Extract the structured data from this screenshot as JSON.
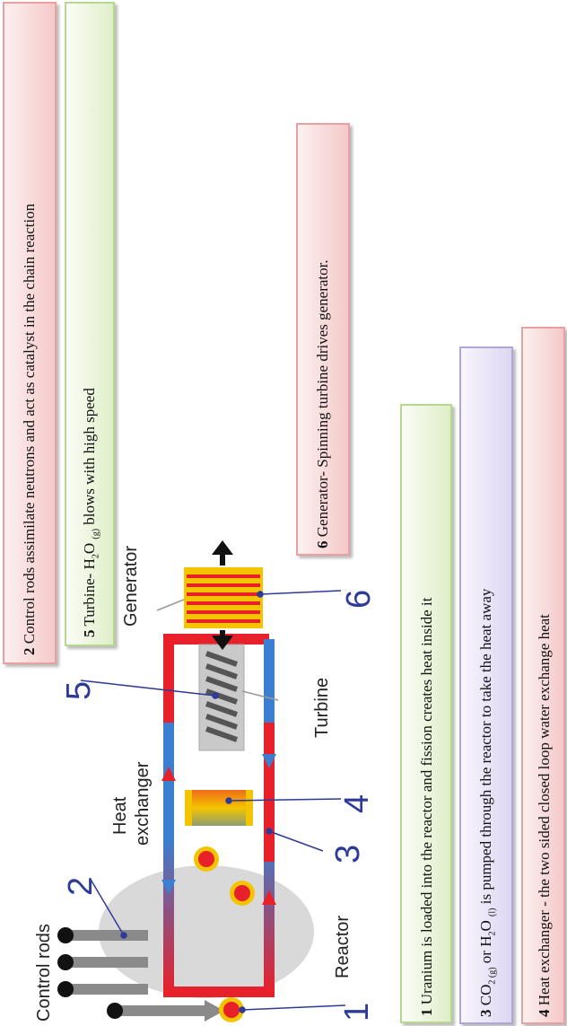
{
  "captions": {
    "c2": {
      "num": "2",
      "text": "Control rods assimilate neutrons and act as catalyst in the chain reaction"
    },
    "c5": {
      "num": "5",
      "pre": "Turbine- H",
      "sub1": "2",
      "mid": "O ",
      "sub2": "(g)",
      "post": " blows with high speed"
    },
    "c6": {
      "num": "6",
      "text": "Generator- Spinning turbine drives generator."
    },
    "c1": {
      "num": "1",
      "text": "Uranium is loaded into the reactor and fission creates heat inside it"
    },
    "c3": {
      "num": "3",
      "pre": "CO",
      "sub1": "2 (g)",
      "mid": " or H",
      "sub2": "2",
      "mid2": "O ",
      "sub3": "(l)",
      "post": " is pumped through the reactor to take the heat away"
    },
    "c4": {
      "num": "4",
      "text": "Heat exchanger - the two sided closed loop water exchange heat"
    }
  },
  "diagram": {
    "labels": {
      "control_rods": "Control rods",
      "reactor": "Reactor",
      "heat_exchanger_1": "Heat",
      "heat_exchanger_2": "exchanger",
      "turbine": "Turbine",
      "generator": "Generator"
    },
    "numbers": [
      "1",
      "2",
      "3",
      "4",
      "5",
      "6"
    ],
    "colors": {
      "hot": "#e8202a",
      "cold": "#3b7fd0",
      "exchanger": "#f5c400",
      "callout": "#2e3a9a"
    }
  }
}
